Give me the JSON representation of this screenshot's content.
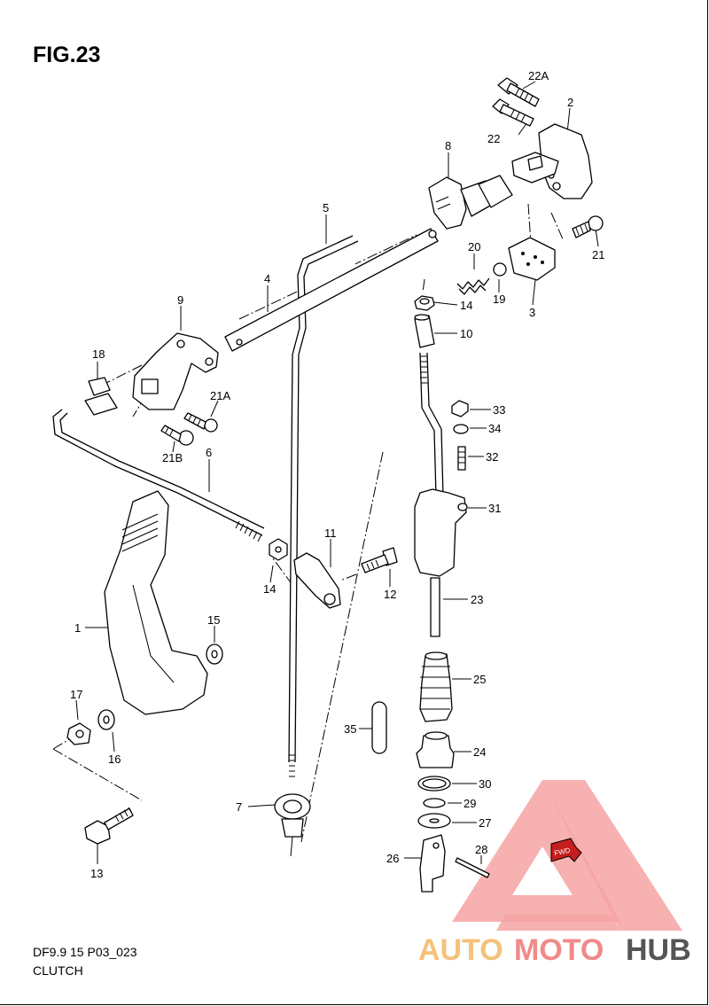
{
  "figure": {
    "title": "FIG.23",
    "footer_code": "DF9.9 15 P03_023",
    "footer_name": "CLUTCH"
  },
  "callouts": {
    "p22a": "22A",
    "p22": "22",
    "p2": "2",
    "p8": "8",
    "p5": "5",
    "p21": "21",
    "p20": "20",
    "p19": "19",
    "p3": "3",
    "p4": "4",
    "p14a": "14",
    "p10": "10",
    "p9": "9",
    "p18": "18",
    "p21a": "21A",
    "p21b": "21B",
    "p6": "6",
    "p33": "33",
    "p34": "34",
    "p32": "32",
    "p31": "31",
    "p11": "11",
    "p14b": "14",
    "p12": "12",
    "p23": "23",
    "p1": "1",
    "p15": "15",
    "p25": "25",
    "p17": "17",
    "p16": "16",
    "p35": "35",
    "p24": "24",
    "p30": "30",
    "p29": "29",
    "p27": "27",
    "p7": "7",
    "p26": "26",
    "p28": "28",
    "p13": "13"
  },
  "fwd_label": "FWD",
  "watermark": {
    "part1": "AUTO",
    "part2": "MOTO",
    "part3": "HUB",
    "colors": {
      "auto": "#f4c27a",
      "moto": "#f08a8a",
      "hub": "#555555",
      "triangle": "#f28b8b"
    }
  }
}
